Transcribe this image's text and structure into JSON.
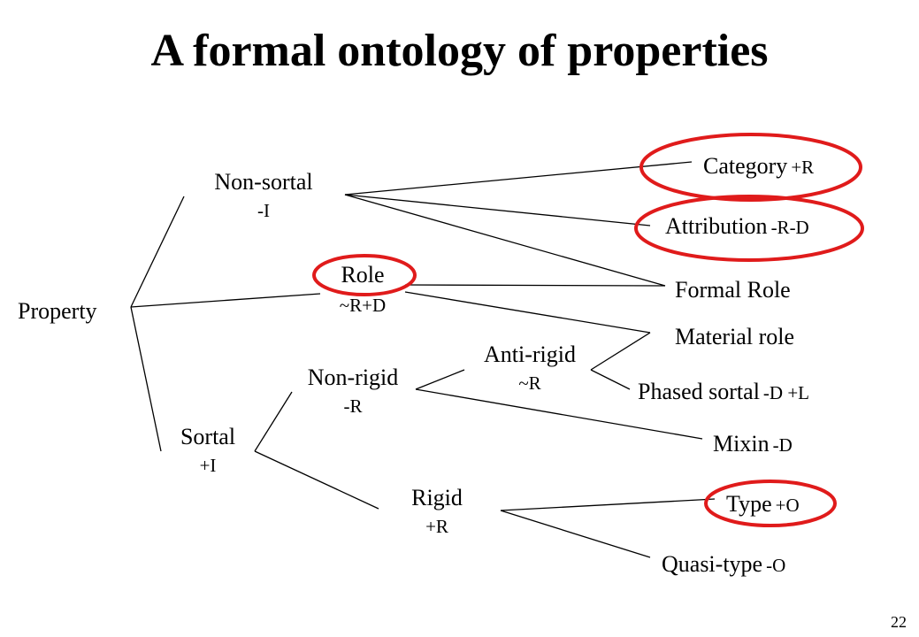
{
  "title": "A formal ontology of properties",
  "slide_number": "22",
  "colors": {
    "highlight": "#e01b1b",
    "line": "#000000",
    "text": "#000000"
  },
  "nodes": {
    "property": {
      "label": "Property"
    },
    "non_sortal": {
      "label": "Non-sortal",
      "code": "-I"
    },
    "role": {
      "label": "Role",
      "code": "~R+D"
    },
    "sortal": {
      "label": "Sortal",
      "code": "+I"
    },
    "non_rigid": {
      "label": "Non-rigid",
      "code": "-R"
    },
    "anti_rigid": {
      "label": "Anti-rigid",
      "code": "~R"
    },
    "rigid": {
      "label": "Rigid",
      "code": "+R"
    },
    "category": {
      "label": "Category",
      "code": "+R"
    },
    "attribution": {
      "label": "Attribution",
      "code": "-R-D"
    },
    "formal_role": {
      "label": "Formal Role"
    },
    "material_role": {
      "label": "Material role"
    },
    "phased_sortal": {
      "label": "Phased sortal",
      "code": "-D +L"
    },
    "mixin": {
      "label": "Mixin",
      "code": "-D"
    },
    "type": {
      "label": "Type",
      "code": "+O"
    },
    "quasi_type": {
      "label": "Quasi-type",
      "code": "-O"
    }
  },
  "highlighted": [
    "category",
    "attribution",
    "role",
    "type"
  ],
  "edges": [
    [
      "property",
      "non_sortal"
    ],
    [
      "property",
      "role"
    ],
    [
      "property",
      "sortal"
    ],
    [
      "non_sortal",
      "category"
    ],
    [
      "non_sortal",
      "attribution"
    ],
    [
      "non_sortal",
      "formal_role"
    ],
    [
      "role",
      "formal_role"
    ],
    [
      "role",
      "material_role"
    ],
    [
      "sortal",
      "non_rigid"
    ],
    [
      "sortal",
      "rigid"
    ],
    [
      "non_rigid",
      "anti_rigid"
    ],
    [
      "non_rigid",
      "mixin"
    ],
    [
      "anti_rigid",
      "material_role"
    ],
    [
      "anti_rigid",
      "phased_sortal"
    ],
    [
      "rigid",
      "type"
    ],
    [
      "rigid",
      "quasi_type"
    ]
  ]
}
